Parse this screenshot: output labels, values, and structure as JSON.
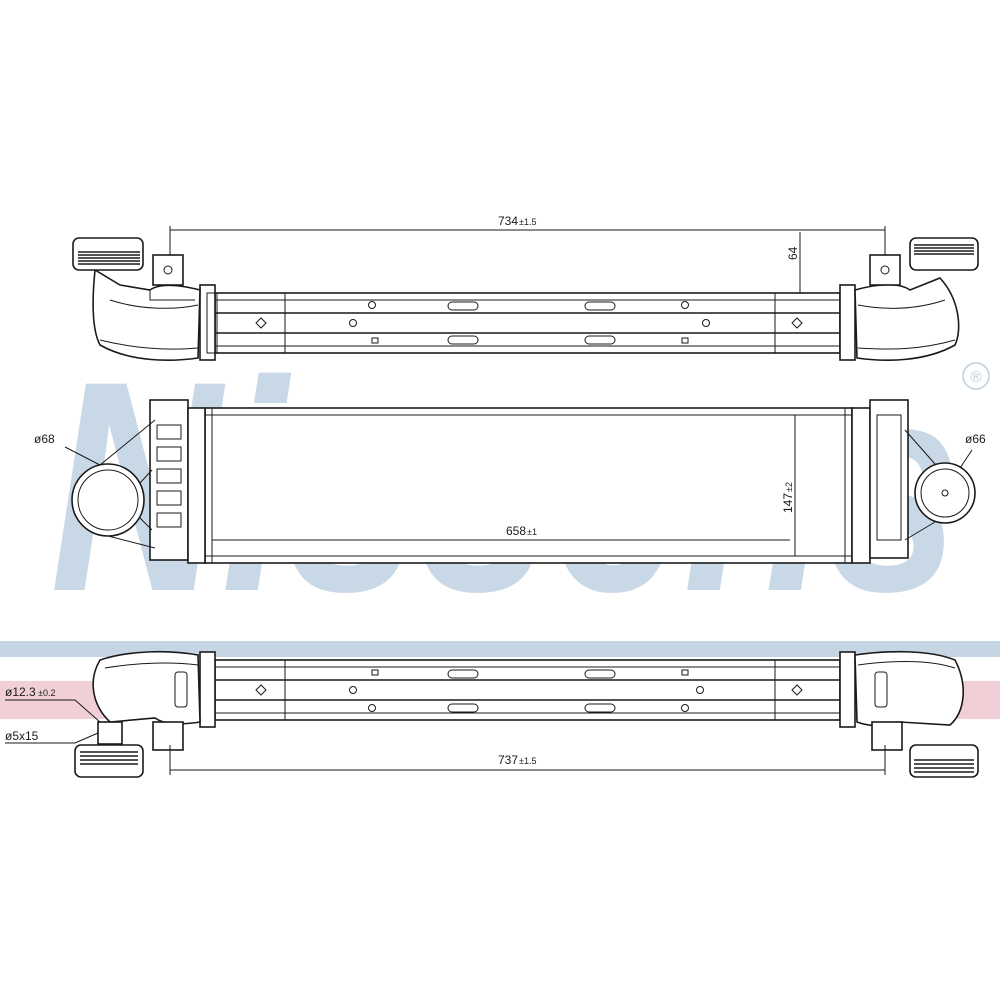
{
  "watermark": {
    "text": "Nissens",
    "registered_mark": "®",
    "color": "#c9d8e6",
    "band_blue": "#c5d5e3",
    "band_pink": "#f0d0d6"
  },
  "dimensions": {
    "top_length": "734",
    "top_length_tol": "±1.5",
    "bracket_height": "64",
    "core_length": "658",
    "core_length_tol": "±1",
    "core_height": "147",
    "core_height_tol": "±2",
    "bottom_length": "737",
    "bottom_length_tol": "±1.5",
    "inlet_diameter": "ø68",
    "outlet_diameter": "ø66",
    "hole_spec": "ø12.3",
    "hole_spec_tol": "±0.2",
    "bolt_spec": "ø5x15"
  }
}
